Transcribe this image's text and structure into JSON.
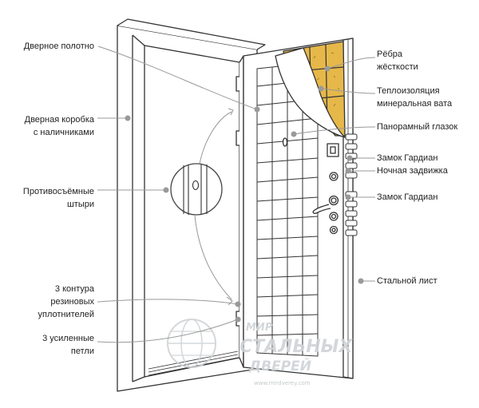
{
  "labels": {
    "door_leaf": "Дверное полотно",
    "door_frame": {
      "line1": "Дверная коробка",
      "line2": "с наличниками"
    },
    "anti_removal_pins": {
      "line1": "Противосъёмные",
      "line2": "штыри"
    },
    "seal_contours": {
      "line1": "3 контура",
      "line2": "резиновых",
      "line3": "уплотнителей"
    },
    "hinges": {
      "line1": "3 усиленные",
      "line2": "петли"
    },
    "ribs": {
      "line1": "Рёбра",
      "line2": "жёсткости"
    },
    "insulation": {
      "line1": "Теплоизоляция",
      "line2": "минеральная вата"
    },
    "peephole": "Панорамный глазок",
    "lock_top": "Замок Гардиан",
    "night_bolt": "Ночная задвижка",
    "lock_bottom": "Замок Гардиан",
    "steel_sheet": "Стальной лист"
  },
  "watermark": {
    "line1": "МИР",
    "line2": "СТАЛЬНЫХ",
    "line3": "ДВЕРЕЙ",
    "url": "www.mirdverey.com"
  },
  "colors": {
    "line": "#333333",
    "pointer": "#999999",
    "insulation": "#e6b84a",
    "watermark": "#cfd3d6"
  }
}
